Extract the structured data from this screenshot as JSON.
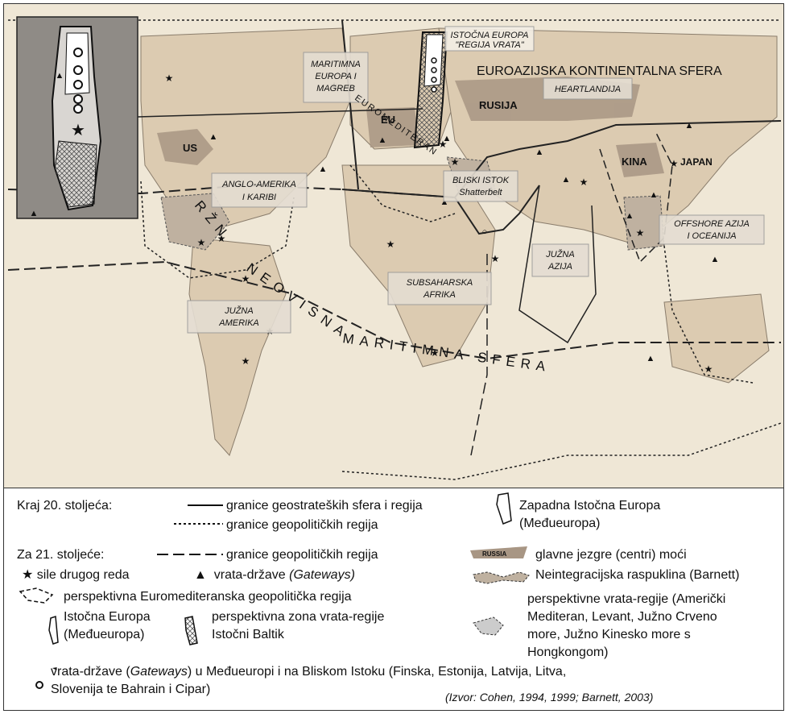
{
  "map": {
    "title": "EUROAZIJSKA KONTINENTALNA SFERA",
    "labels": {
      "istocna_europa_1": "ISTOČNA EUROPA",
      "istocna_europa_2": "\"REGIJA VRATA\"",
      "maritimna_1": "MARITIMNA",
      "maritimna_2": "EUROPA I",
      "maritimna_3": "MAGREB",
      "heartland": "HEARTLANDIJA",
      "rusija": "RUSIJA",
      "eu": "EU",
      "us": "US",
      "kina": "KINA",
      "japan": "JAPAN",
      "anglo_1": "ANGLO-AMERIKA",
      "anglo_2": "I KARIBI",
      "bliski_1": "BLISKI ISTOK",
      "bliski_2": "Shatterbelt",
      "offshore_1": "OFFSHORE AZIJA",
      "offshore_2": "I OCEANIJA",
      "juzna_azija_1": "JUŽNA",
      "juzna_azija_2": "AZIJA",
      "subsaharska_1": "SUBSAHARSKA",
      "subsaharska_2": "AFRIKA",
      "juzna_amerika_1": "JUŽNA",
      "juzna_amerika_2": "AMERIKA",
      "euromediteran": "EUROMEDITERAN",
      "neovisna": "NEOVISNA",
      "maritimna_sfera": "MARITIMNA SFERA",
      "drzna": "RŽN"
    }
  },
  "legend": {
    "kraj20": "Kraj 20. stoljeća:",
    "za21": "Za 21. stoljeće:",
    "line_solid": "granice geostrateških sfera i regija",
    "line_dotted": "granice geopolitičkih regija",
    "line_dashed": "granice geopolitičkih regija",
    "star_label": "sile drugog reda",
    "triangle_label": "vrata-države",
    "gateways": "(Gateways)",
    "zapadna_1": "Zapadna Istočna Europa",
    "zapadna_2": "(Međueuropa)",
    "russia_sample": "RUSSIA",
    "jezgre": "glavne jezgre (centri) moći",
    "neintegr": "Neintegracijska raspuklina (Barnett)",
    "euromed": "perspektivna Euromediteranska geopolitička regija",
    "istocna_1": "Istočna Europa",
    "istocna_2": "(Međueuropa)",
    "zona_1": "perspektivna zona vrata-regije",
    "zona_2": "Istočni Baltik",
    "vrataregije_1": "perspektivne vrata-regije (Američki",
    "vrataregije_2": "Mediteran, Levant, Južno Crveno",
    "vrataregije_3": "more, Južno Kinesko more s",
    "vrataregije_4": "Hongkongom)",
    "circles_1a": "vrata-države (",
    "circles_1b": "Gateways",
    "circles_1c": ") u Međueuropi i na Bliskom Istoku (Finska, Estonija, Latvija, Litva,",
    "circles_2": "Slovenija te Bahrain i Cipar)",
    "source": "(Izvor:  Cohen, 1994, 1999; Barnett, 2003)"
  },
  "colors": {
    "paper": "#efe7d6",
    "land": "#dccbb1",
    "core": "#a89684",
    "line": "#222222"
  }
}
